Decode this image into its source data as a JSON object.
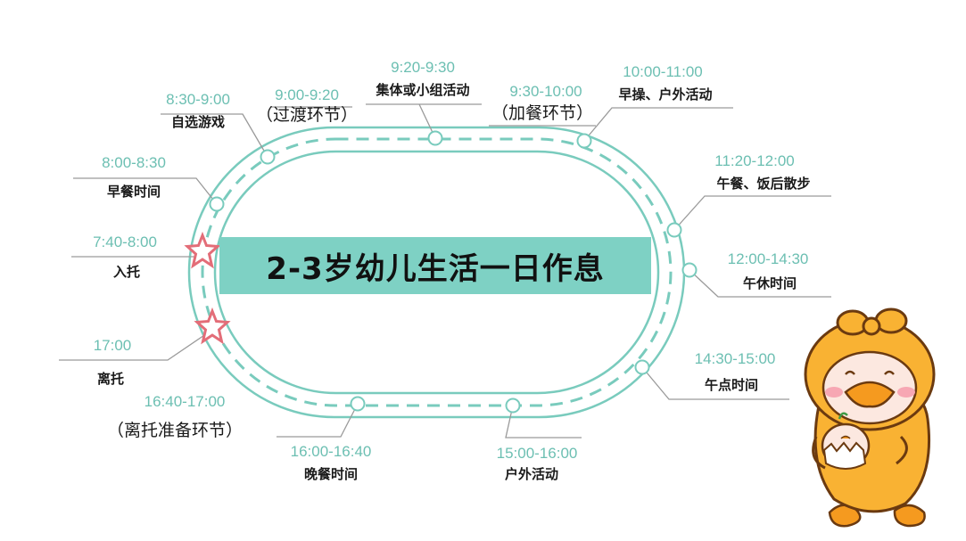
{
  "title": "2-3岁幼儿生活一日作息",
  "colors": {
    "track": "#79cbbd",
    "title_box": "#7ed1c4",
    "time_text": "#6cbfb2",
    "star": "#e36d78"
  },
  "schedule": [
    {
      "time": "7:40-8:00",
      "activity": "入托",
      "marker": "star"
    },
    {
      "time": "8:00-8:30",
      "activity": "早餐时间",
      "marker": "circle"
    },
    {
      "time": "8:30-9:00",
      "activity": "自选游戏",
      "marker": "circle"
    },
    {
      "time": "9:00-9:20",
      "activity": "（过渡环节）",
      "marker": "none"
    },
    {
      "time": "9:20-9:30",
      "activity": "集体或小组活动",
      "marker": "circle"
    },
    {
      "time": "9:30-10:00",
      "activity": "（加餐环节）",
      "marker": "none"
    },
    {
      "time": "10:00-11:00",
      "activity": "早操、户外活动",
      "marker": "circle"
    },
    {
      "time": "11:20-12:00",
      "activity": "午餐、饭后散步",
      "marker": "circle"
    },
    {
      "time": "12:00-14:30",
      "activity": "午休时间",
      "marker": "circle"
    },
    {
      "time": "14:30-15:00",
      "activity": "午点时间",
      "marker": "circle"
    },
    {
      "time": "15:00-16:00",
      "activity": "户外活动",
      "marker": "circle"
    },
    {
      "time": "16:00-16:40",
      "activity": "晚餐时间",
      "marker": "circle"
    },
    {
      "time": "16:40-17:00",
      "activity": "（离托准备环节）",
      "marker": "none"
    },
    {
      "time": "17:00",
      "activity": "离托",
      "marker": "star"
    }
  ],
  "mascot": {
    "icon": "duck-mascot-icon"
  }
}
